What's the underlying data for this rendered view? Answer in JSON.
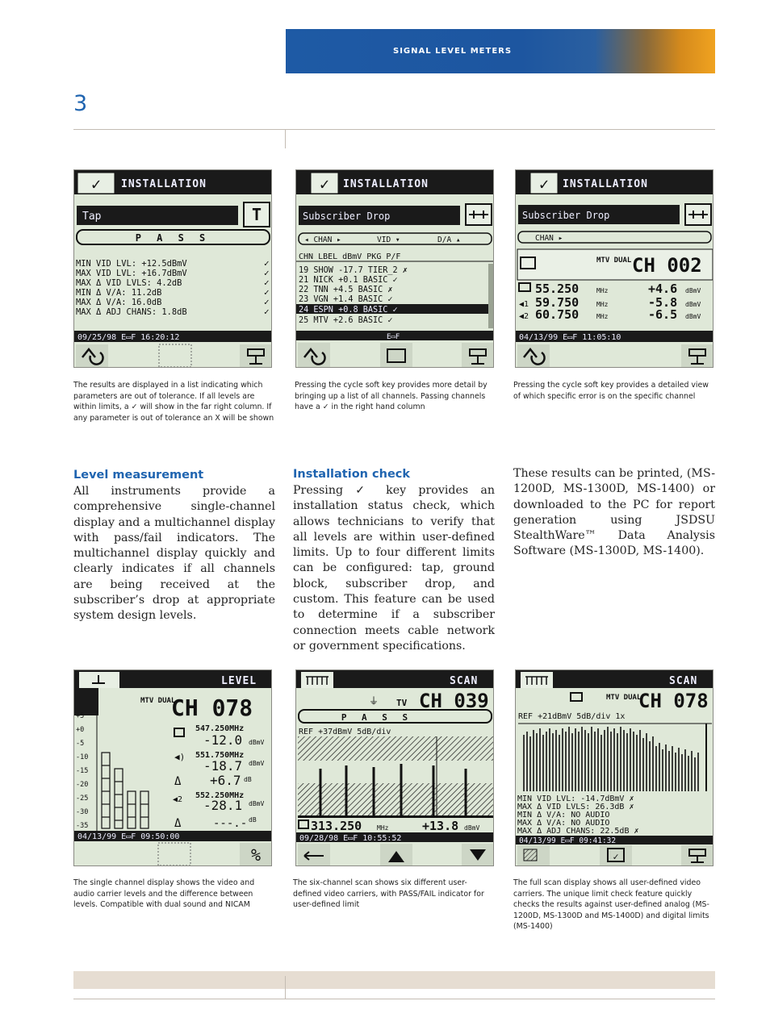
{
  "header": {
    "banner_label": "SIGNAL LEVEL METERS",
    "page_number": "3"
  },
  "colors": {
    "accent_blue": "#1f64b0",
    "banner_blue": "#1e5aa5",
    "screen_bg": "#dfe8d8"
  },
  "screens_top": [
    {
      "title": "INSTALLATION",
      "field": "Tap",
      "pass": "P A S S",
      "rows": [
        "MIN VID LVL:       +12.5dBmV",
        "MAX VID LVL:       +16.7dBmV",
        "MAX Δ VID LVLS:     4.2dB",
        "MIN Δ V/A:         11.2dB",
        "MAX Δ V/A:         16.0dB",
        "MAX Δ ADJ CHANS:    1.8dB"
      ],
      "status": "09/25/98   E▭F   16:20:12",
      "caption": "The results are displayed in a list indicating which parameters are out of tolerance. If all levels are within limits, a ✓ will show in the far right column. If any parameter is out of tolerance an X will be shown"
    },
    {
      "title": "INSTALLATION",
      "field": "Subscriber Drop",
      "tabs": [
        "◂ CHAN ▸",
        "VID ▾",
        "D/A ▴"
      ],
      "header_row": "CHN LBEL  dBmV   PKG    P/F",
      "rows": [
        "19 SHOW  -17.7  TIER_2  ✗",
        "21 NICK  +0.1   BASIC   ✓",
        "22 TNN   +4.5   BASIC   ✗",
        "23 VGN   +1.4   BASIC   ✓",
        "24 ESPN  +0.8   BASIC   ✓",
        "25 MTV   +2.6   BASIC   ✓"
      ],
      "status": "E▭F",
      "caption": "Pressing the cycle soft key provides more detail by bringing up a list of all channels. Passing channels have a ✓ in the right hand column"
    },
    {
      "title": "INSTALLATION",
      "field": "Subscriber Drop",
      "tab": "CHAN ▸",
      "mode": "MTV DUAL",
      "channel": "CH 002",
      "rows": [
        {
          "freq": "55.250",
          "unit": "MHz",
          "level": "+4.6",
          "lunit": "dBmV"
        },
        {
          "freq": "59.750",
          "unit": "MHz",
          "level": "-5.8",
          "lunit": "dBmV"
        },
        {
          "freq": "60.750",
          "unit": "MHz",
          "level": "-6.5",
          "lunit": "dBmV"
        }
      ],
      "status": "04/13/99   E▭F   11:05:10",
      "caption": "Pressing the cycle soft key provides a detailed view of which specific error is on the specific channel"
    }
  ],
  "sections": {
    "level_heading": "Level measurement",
    "level_body": "All instruments provide a comprehensive single-channel display and a multichannel display with pass/fail indicators. The multichannel display quickly and clearly indicates if all channels are being received at the subscriber’s drop at appropriate system design levels.",
    "install_heading": "Installation check",
    "install_body": "Pressing ✓ key provides an installation status check, which allows technicians to verify that all levels are within user-defined limits. Up to four different limits can be configured: tap, ground block, subscriber drop, and custom. This feature can be used to determine if a subscriber connection meets cable network or government specifications.",
    "third_body": "These results can be printed, (MS-1200D, MS-1300D, MS-1400) or downloaded to the PC for report generation using JSDSU StealthWare™ Data Analysis Software (MS-1300D, MS-1400)."
  },
  "screens_bottom": [
    {
      "title": "LEVEL",
      "mode": "MTV DUAL",
      "channel": "CH 078",
      "scale": [
        "+5",
        "+0",
        "-5",
        "-10",
        "-15",
        "-20",
        "-25",
        "-30",
        "-35"
      ],
      "readings": [
        {
          "freq": "547.250MHz",
          "level": "-12.0",
          "unit": "dBmV"
        },
        {
          "freq": "551.750MHz",
          "level": "-18.7",
          "unit": "dBmV"
        },
        {
          "freq": "",
          "level": "+6.7",
          "unit": "dB"
        },
        {
          "freq": "552.250MHz",
          "level": "-28.1",
          "unit": "dBmV"
        },
        {
          "freq": "",
          "level": "---.-",
          "unit": "dB"
        }
      ],
      "status": "04/13/99   E▭F   09:50:00",
      "caption": "The single channel display shows the video and audio carrier levels and the difference between levels. Compatible with dual sound and NICAM"
    },
    {
      "title": "SCAN",
      "mode": "TV",
      "channel": "CH 039",
      "pass": "P A S S",
      "ref": "REF +37dBmV     5dB/div",
      "marker": "313.250",
      "marker_unit": "MHz",
      "marker_level": "+13.8",
      "marker_level_unit": "dBmV",
      "status": "09/28/98   E▭F   10:55:52",
      "caption": "The six-channel scan shows six different user-defined video carriers, with PASS/FAIL indicator for user-defined limit"
    },
    {
      "title": "SCAN",
      "mode": "MTV DUAL",
      "channel": "CH 078",
      "ref": "REF +21dBmV     5dB/div    1x",
      "rows": [
        "MIN VID LVL:     -14.7dBmV ✗",
        "MAX Δ VID LVLS:   26.3dB   ✗",
        "MIN Δ V/A:        NO AUDIO",
        "MAX Δ V/A:        NO AUDIO",
        "MAX Δ ADJ CHANS: 22.5dB    ✗"
      ],
      "status": "04/13/99   E▭F   09:41:32",
      "caption": "The full scan display shows all user-defined video carriers. The unique limit check feature quickly checks the results against user-defined analog (MS-1200D, MS-1300D and MS-1400D) and digital limits (MS-1400)"
    }
  ]
}
